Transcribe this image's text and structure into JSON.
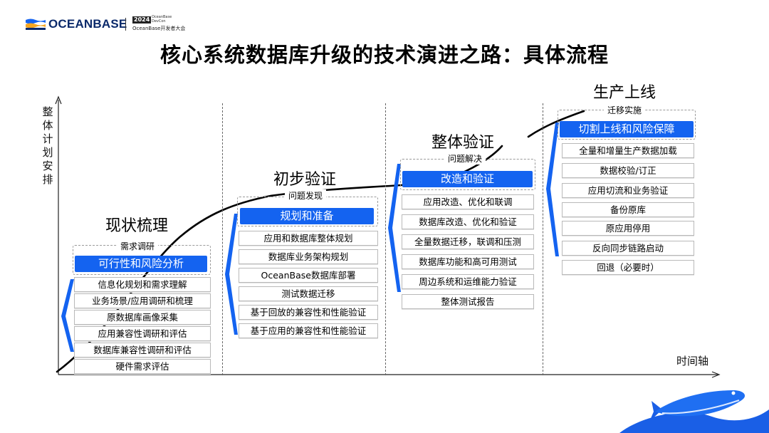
{
  "header": {
    "brand": "OCEANBASE",
    "year": "2024",
    "event_line1": "OceanBase",
    "event_line2": "DevCon",
    "event_full": "OceanBase开发者大会",
    "title": "核心系统数据库升级的技术演进之路：具体流程"
  },
  "axes": {
    "y_label": "整体计划安排",
    "x_label": "时间轴"
  },
  "stages": [
    {
      "title": "现状梳理",
      "sub": "需求调研",
      "bar": "可行性和风险分析",
      "items": [
        "信息化规划和需求理解",
        "业务场景/应用调研和梳理",
        "原数据库画像采集",
        "应用兼容性调研和评估",
        "数据库兼容性调研和评估",
        "硬件需求评估"
      ]
    },
    {
      "title": "初步验证",
      "sub": "问题发现",
      "bar": "规划和准备",
      "items": [
        "应用和数据库整体规划",
        "数据库业务架构规划",
        "OceanBase数据库部署",
        "测试数据迁移",
        "基于回放的兼容性和性能验证",
        "基于应用的兼容性和性能验证"
      ]
    },
    {
      "title": "整体验证",
      "sub": "问题解决",
      "bar": "改造和验证",
      "items": [
        "应用改造、优化和联调",
        "数据库改造、优化和验证",
        "全量数据迁移，联调和压测",
        "数据库功能和高可用测试",
        "周边系统和运维能力验证",
        "整体测试报告"
      ]
    },
    {
      "title": "生产上线",
      "sub": "迁移实施",
      "bar": "切割上线和风险保障",
      "items": [
        "全量和增量生产数据加载",
        "数据校验/订正",
        "应用切流和业务验证",
        "备份原库",
        "原应用停用",
        "反向同步链路启动",
        "回退（必要时）"
      ]
    }
  ],
  "colors": {
    "accent": "#1463f0",
    "brand": "#0b2a6b",
    "curve": "#000000",
    "wave": "#1a5fe6"
  }
}
